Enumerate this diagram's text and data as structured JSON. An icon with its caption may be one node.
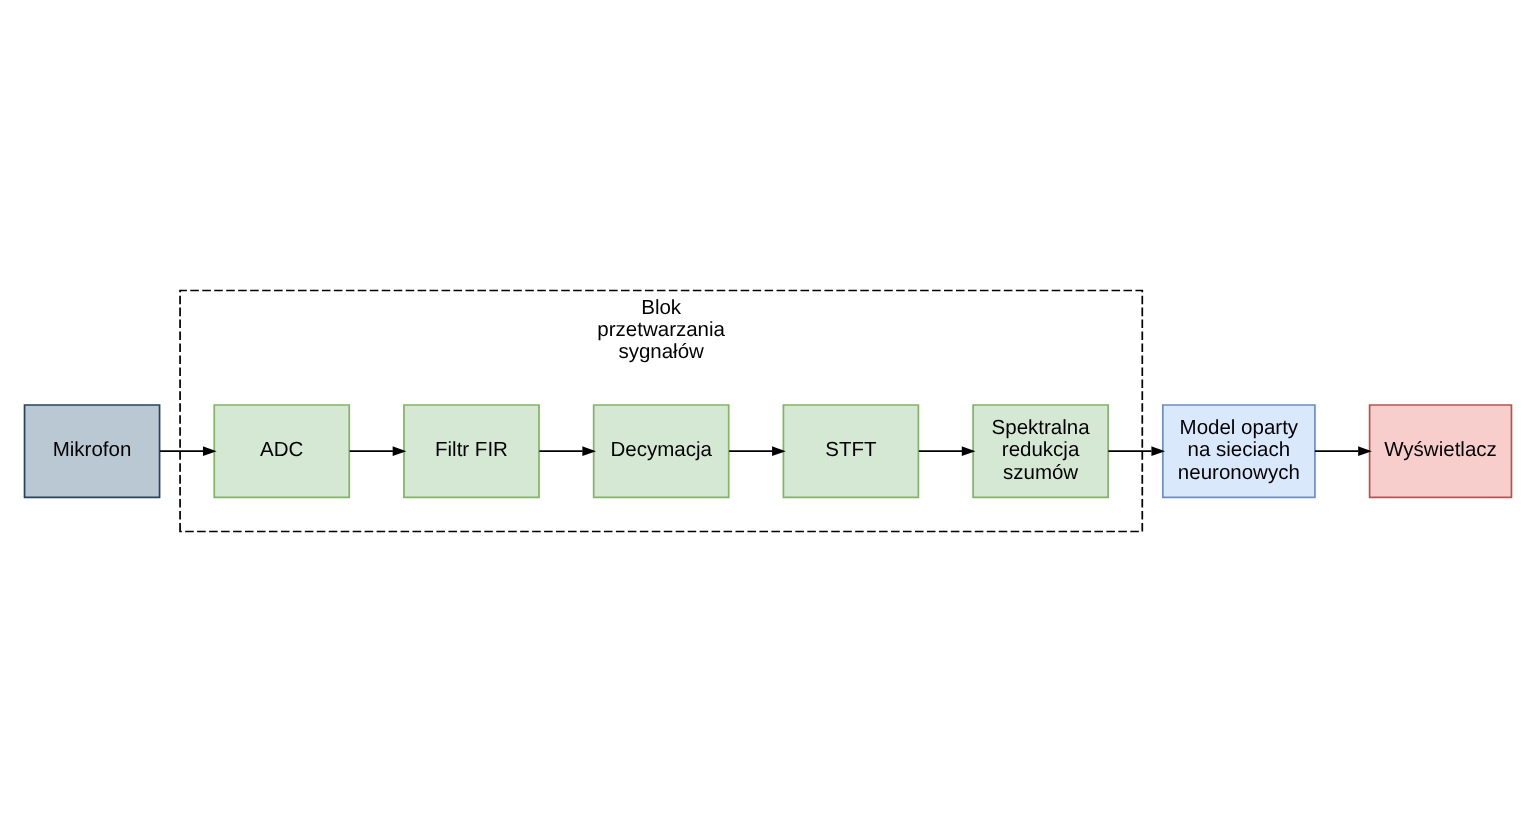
{
  "diagram": {
    "nodes": [
      {
        "text": [
          "Blok przetwarzania sygnałów"
        ]
      },
      {
        "text": [
          "Mikrofon"
        ]
      },
      {
        "text": [
          "ADC"
        ],
        "in": 0
      },
      {
        "text": [
          "Filtr FIR"
        ],
        "in": 0
      },
      {
        "text": [
          "Decymacja"
        ],
        "in": 0
      },
      {
        "text": [
          "STFT"
        ],
        "in": 0
      },
      {
        "text": [
          "Spektralna redukcja szumów"
        ],
        "in": 0
      },
      {
        "text": [
          "Model oparty na sieciach neuronowych"
        ]
      },
      {
        "text": [
          "Wyświetlacz"
        ]
      }
    ],
    "edges": [
      {
        "from": 1,
        "to": 2,
        "arrow": "to"
      },
      {
        "from": 2,
        "to": 3,
        "arrow": "to"
      },
      {
        "from": 3,
        "to": 4,
        "arrow": "to"
      },
      {
        "from": 4,
        "to": 5,
        "arrow": "to"
      },
      {
        "from": 5,
        "to": 6,
        "arrow": "to"
      },
      {
        "from": 6,
        "to": 7,
        "arrow": "to"
      },
      {
        "from": 7,
        "to": 8,
        "arrow": "to"
      }
    ]
  }
}
